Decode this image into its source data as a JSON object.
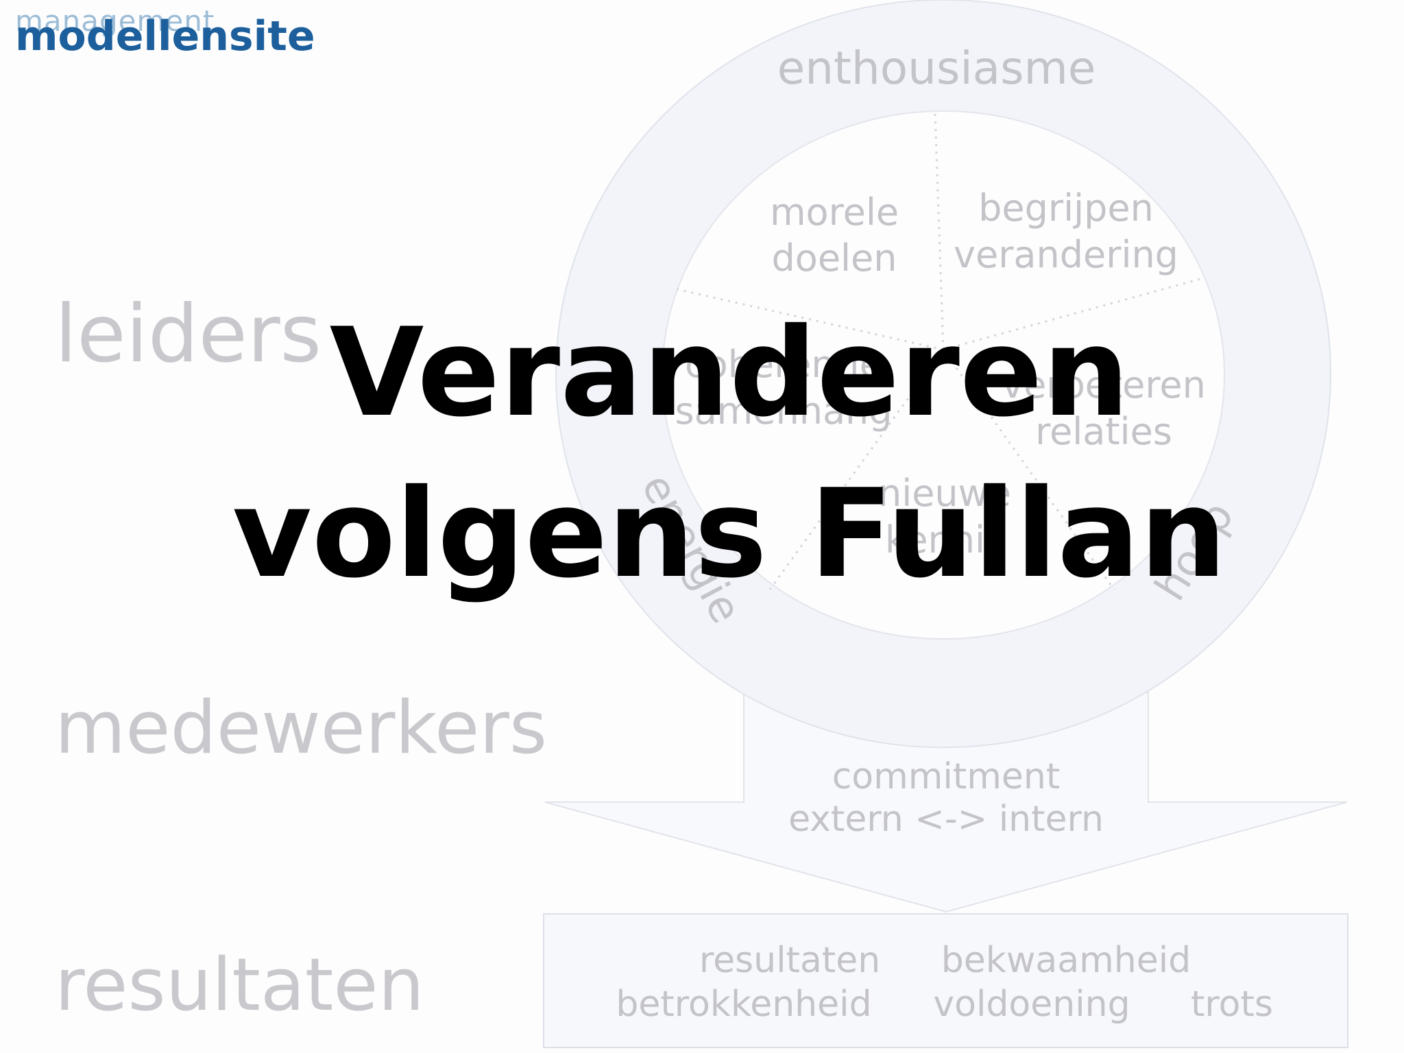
{
  "logo": {
    "top_text": "management",
    "main_text": "modellensite"
  },
  "row_labels": {
    "leiders": "leiders",
    "medewerkers": "medewerkers",
    "resultaten": "resultaten"
  },
  "ring": {
    "top": "enthousiasme",
    "left": "energie",
    "right": "hoop"
  },
  "segments": {
    "morele_doelen": [
      "morele",
      "doelen"
    ],
    "begrijpen_verandering": [
      "begrijpen",
      "verandering"
    ],
    "coherentie": [
      "coherentie",
      "samenhang"
    ],
    "verbeteren_relaties": [
      "verbeteren",
      "relaties"
    ],
    "nieuwe_kennis": [
      "nieuwe",
      "kennis"
    ]
  },
  "arrow": {
    "line1": "commitment",
    "line2": "extern <-> intern"
  },
  "results_box": {
    "resultaten": "resultaten",
    "bekwaamheid": "bekwaamheid",
    "betrokkenheid": "betrokkenheid",
    "voldoening": "voldoening",
    "trots": "trots"
  },
  "title": {
    "line1": "Veranderen",
    "line2": "volgens Fullan"
  },
  "colors": {
    "logo_main": "#1c5f9c",
    "logo_sub": "#9dbdd6",
    "faded_text": "#c3c3c8",
    "ring_fill": "#f2f4f9",
    "title": "#000000"
  }
}
